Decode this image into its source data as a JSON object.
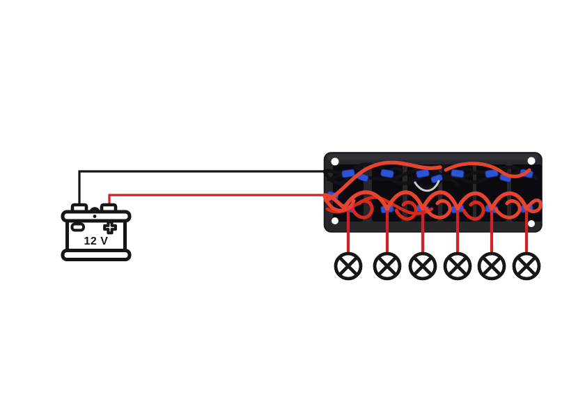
{
  "diagram": {
    "battery": {
      "label": "12 V"
    },
    "panel": {
      "switch_count": 6,
      "screw_hole_count": 4
    },
    "lamps": {
      "count": 6
    },
    "colors": {
      "background": "#ffffff",
      "outline": "#161616",
      "negative_wire": "#161616",
      "positive_wire": "#c8222a",
      "lamp_wire": "#d42027",
      "panel_face": "#26262b",
      "panel_edge": "#141417",
      "panel_highlight": "#3a3a41",
      "switch_body": "#0b0b0f",
      "connector_blue": "#2e54d6",
      "connector_edge": "#172f8c",
      "photo_wire_red": "#e8432f",
      "photo_wire_red_dark": "#d62b1b",
      "photo_wire_black": "#121216",
      "photo_wire_white": "#c9cdd4",
      "screw_hole": "#ffffff"
    }
  }
}
